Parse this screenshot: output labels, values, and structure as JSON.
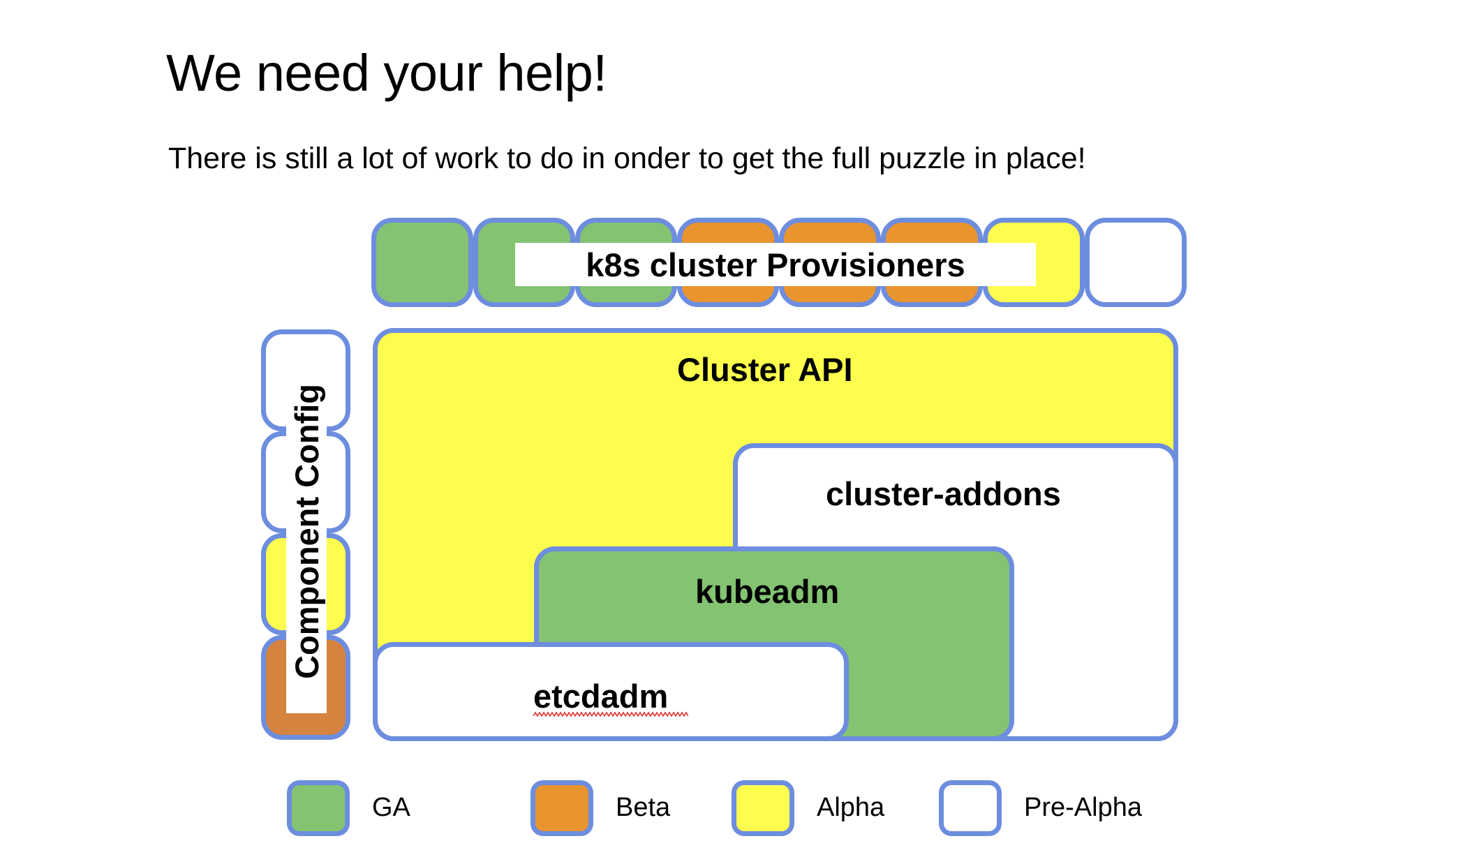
{
  "slide": {
    "title": "We need your help!",
    "subtitle": "There is still a lot of work to do in onder to get the full puzzle in place!"
  },
  "colors": {
    "border_blue": "#6d8ddf",
    "ga_green": "#83c372",
    "beta_orange": "#e8942f",
    "beta_orange_muted": "#d5833f",
    "alpha_yellow": "#fdfd4e",
    "pre_alpha_white": "#ffffff",
    "spellcheck_red": "#e03030",
    "text_black": "#000000"
  },
  "diagram": {
    "provisioners": {
      "label": "k8s cluster Provisioners",
      "pills": [
        {
          "status": "GA",
          "fill": "green"
        },
        {
          "status": "GA",
          "fill": "green"
        },
        {
          "status": "GA",
          "fill": "green"
        },
        {
          "status": "Beta",
          "fill": "orange"
        },
        {
          "status": "Beta",
          "fill": "orange"
        },
        {
          "status": "Beta",
          "fill": "orange"
        },
        {
          "status": "Alpha",
          "fill": "yellow"
        },
        {
          "status": "Pre-Alpha",
          "fill": "white"
        }
      ]
    },
    "component_config": {
      "label": "Component Config",
      "pills": [
        {
          "status": "Pre-Alpha",
          "fill": "white"
        },
        {
          "status": "Pre-Alpha",
          "fill": "white"
        },
        {
          "status": "Alpha",
          "fill": "yellow"
        },
        {
          "status": "Beta",
          "fill": "orange-muted"
        }
      ]
    },
    "stack": [
      {
        "label": "Cluster API",
        "status": "Alpha",
        "fill": "yellow"
      },
      {
        "label": "cluster-addons",
        "status": "Pre-Alpha",
        "fill": "white"
      },
      {
        "label": "kubeadm",
        "status": "GA",
        "fill": "green"
      },
      {
        "label": "etcdadm",
        "status": "Pre-Alpha",
        "fill": "white",
        "spellcheck_underline": true
      }
    ]
  },
  "legend": {
    "items": [
      {
        "label": "GA",
        "fill": "green"
      },
      {
        "label": "Beta",
        "fill": "orange"
      },
      {
        "label": "Alpha",
        "fill": "yellow"
      },
      {
        "label": "Pre-Alpha",
        "fill": "white"
      }
    ]
  }
}
